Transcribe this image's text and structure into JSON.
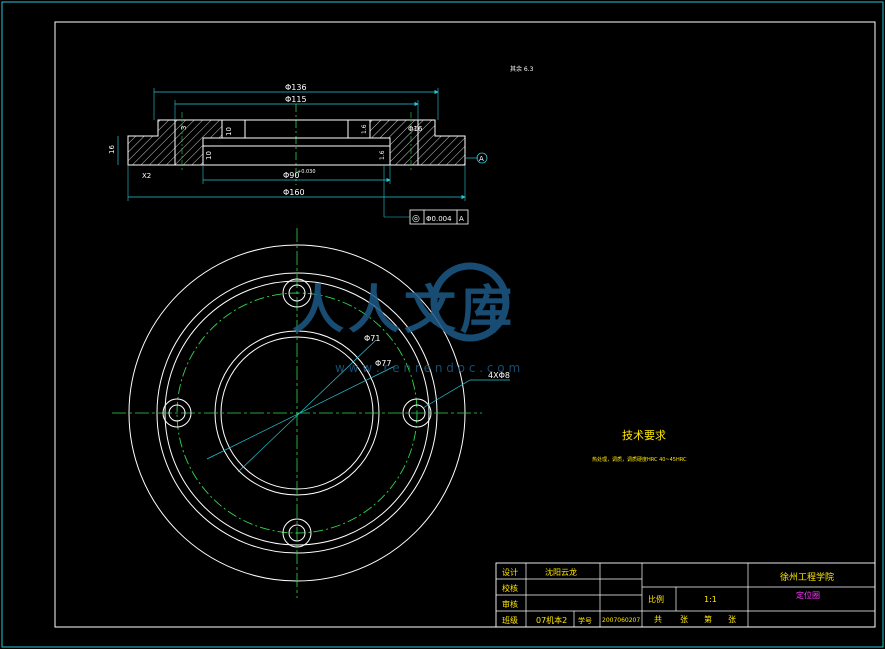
{
  "colors": {
    "background": "#000000",
    "line": "#ffffff",
    "frame": "#29c6d6",
    "centerline": "#2fd54a",
    "dimension": "#29c6d6",
    "hatch": "#ffffff",
    "title": "#ffe800",
    "magenta": "#ff3cff",
    "watermark": "#1d5a86"
  },
  "section_view": {
    "roughness_symbol": "其余 6.3",
    "dim_dia_136": "Φ136",
    "dim_dia_115": "Φ115",
    "dim_dia_90": "Φ90",
    "dim_dia_90_tol": "+0.030",
    "dim_dia_160": "Φ160",
    "dim_dia_16": "Φ16",
    "dim_height_16": "16",
    "dim_3": "3",
    "dim_10_upper": "10",
    "dim_10_lower": "10",
    "dim_1_6_a": "1.6",
    "dim_1_6_b": "1.6",
    "chamfer": "X2",
    "datum_label": "A",
    "tolerance_symbol": "◎",
    "tolerance_value": "Φ0.004",
    "tolerance_datum": "A"
  },
  "plan_view": {
    "dim_pcd": "Φ71",
    "dim_inner": "Φ77",
    "dim_holes": "4XΦ8"
  },
  "watermark": {
    "text": "人人文库",
    "url": "w w w . r e n r e n d o c . c o m"
  },
  "tech_requirements": {
    "title": "技术要求",
    "line1": "热处理，调质，调质硬度HRC 40~45HRC"
  },
  "title_block": {
    "label_design": "设计",
    "value_design": "沈阳云龙",
    "label_check": "校核",
    "label_review": "审核",
    "label_class": "班级",
    "value_class": "07机本2",
    "label_number": "学号",
    "value_number": "2007060207",
    "school": "徐州工程学院",
    "label_scale": "比例",
    "value_scale": "1:1",
    "part_name": "定位圈",
    "sheets_total": "共",
    "sheets_unit_1": "张",
    "sheet_no": "第",
    "sheets_unit_2": "张"
  }
}
